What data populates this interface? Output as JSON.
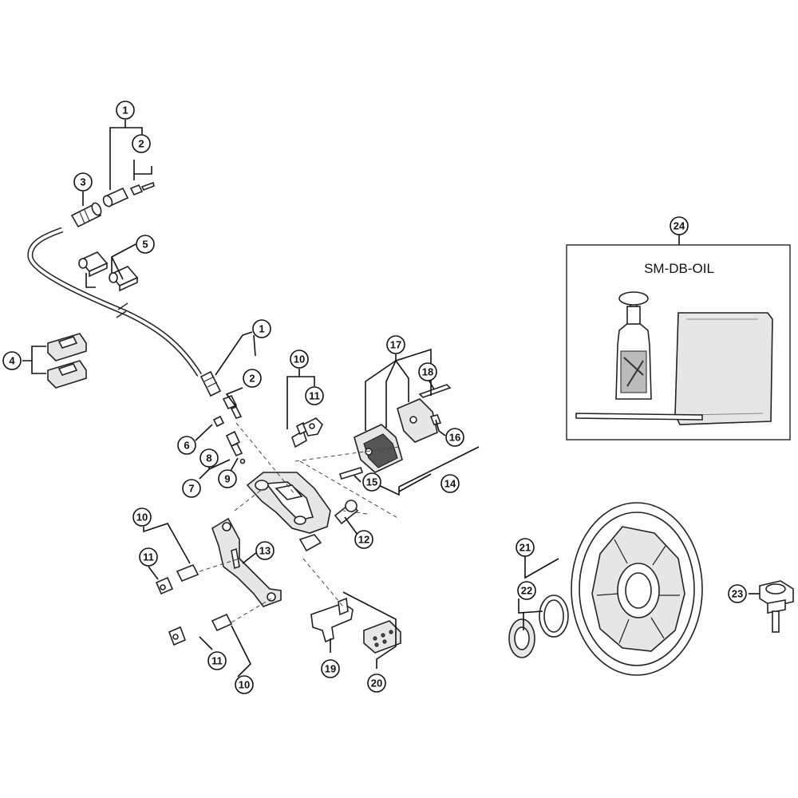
{
  "diagram": {
    "type": "exploded-parts-diagram",
    "kit_box": {
      "label": "SM-DB-OIL",
      "callout": "24"
    },
    "callouts": [
      {
        "id": "c1a",
        "text": "1"
      },
      {
        "id": "c2a",
        "text": "2"
      },
      {
        "id": "c3",
        "text": "3"
      },
      {
        "id": "c4",
        "text": "4"
      },
      {
        "id": "c5",
        "text": "5"
      },
      {
        "id": "c1b",
        "text": "1"
      },
      {
        "id": "c2b",
        "text": "2"
      },
      {
        "id": "c6",
        "text": "6"
      },
      {
        "id": "c7",
        "text": "7"
      },
      {
        "id": "c8",
        "text": "8"
      },
      {
        "id": "c9",
        "text": "9"
      },
      {
        "id": "c10a",
        "text": "10"
      },
      {
        "id": "c11a",
        "text": "11"
      },
      {
        "id": "c10b",
        "text": "10"
      },
      {
        "id": "c11b",
        "text": "11"
      },
      {
        "id": "c10c",
        "text": "10"
      },
      {
        "id": "c11c",
        "text": "11"
      },
      {
        "id": "c12",
        "text": "12"
      },
      {
        "id": "c13",
        "text": "13"
      },
      {
        "id": "c14",
        "text": "14"
      },
      {
        "id": "c15",
        "text": "15"
      },
      {
        "id": "c16",
        "text": "16"
      },
      {
        "id": "c17",
        "text": "17"
      },
      {
        "id": "c18",
        "text": "18"
      },
      {
        "id": "c19",
        "text": "19"
      },
      {
        "id": "c20",
        "text": "20"
      },
      {
        "id": "c21",
        "text": "21"
      },
      {
        "id": "c22",
        "text": "22"
      },
      {
        "id": "c23",
        "text": "23"
      },
      {
        "id": "c24",
        "text": "24"
      }
    ]
  }
}
